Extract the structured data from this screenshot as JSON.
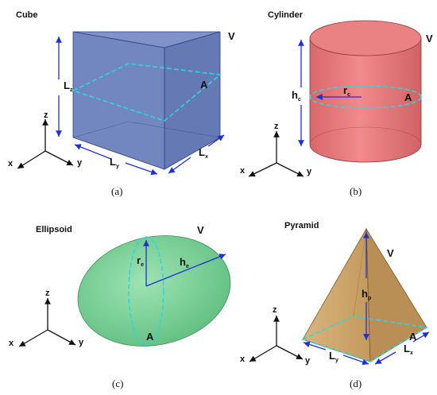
{
  "panels": [
    {
      "title": "Cube",
      "caption": "(a)",
      "labels": {
        "volume": "V",
        "area": "A",
        "lz": "L",
        "lz_sub": "z",
        "ly": "L",
        "ly_sub": "y",
        "lx": "L",
        "lx_sub": "x"
      }
    },
    {
      "title": "Cylinder",
      "caption": "(b)",
      "labels": {
        "volume": "V",
        "area": "A",
        "h": "h",
        "h_sub": "c",
        "r": "r",
        "r_sub": "c"
      }
    },
    {
      "title": "Ellipsoid",
      "caption": "(c)",
      "labels": {
        "volume": "V",
        "area": "A",
        "r": "r",
        "r_sub": "e",
        "h": "h",
        "h_sub": "e"
      }
    },
    {
      "title": "Pyramid",
      "caption": "(d)",
      "labels": {
        "volume": "V",
        "area": "A",
        "h": "h",
        "h_sub": "p",
        "ly": "L",
        "ly_sub": "y",
        "lx": "L",
        "lx_sub": "x"
      }
    }
  ],
  "axes": {
    "x": "x",
    "y": "y",
    "z": "z"
  },
  "colors": {
    "cube_fill": "#6f84bd",
    "cylinder_fill": "#e8787a",
    "ellipsoid_fill": "#79cf96",
    "pyramid_fill": "#c9a46a",
    "dimension_arrow": "#1f2fd6",
    "area_dash": "#2fd6e0"
  }
}
